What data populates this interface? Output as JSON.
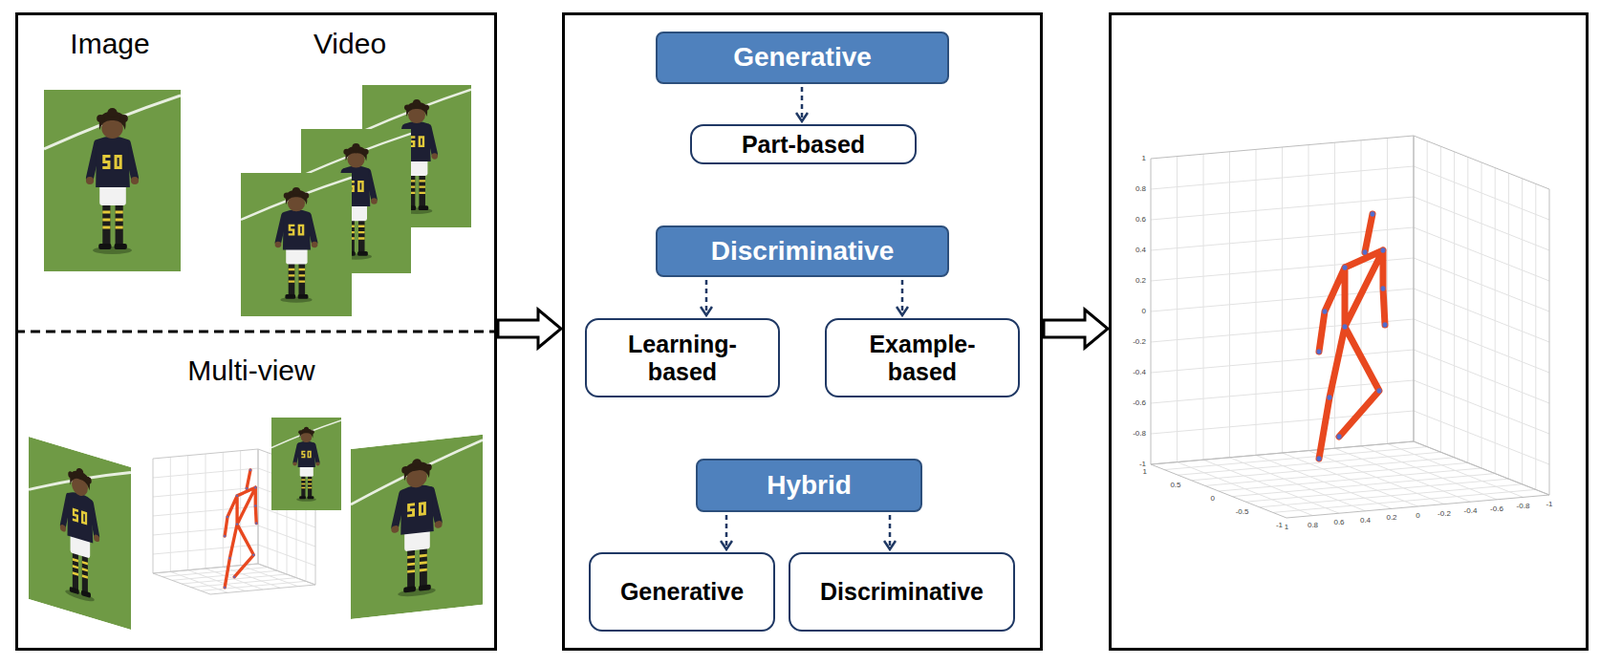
{
  "diagram": {
    "nodes": [
      {
        "text": [
          "Image",
          "Video",
          "Multi-view"
        ]
      },
      {
        "text": []
      },
      {
        "text": [
          "Generative"
        ],
        "in": 1
      },
      {
        "text": [
          "Part-based"
        ],
        "in": 1
      },
      {
        "text": [
          "Discriminative"
        ],
        "in": 1
      },
      {
        "text": [
          "Learning- based"
        ],
        "in": 1
      },
      {
        "text": [
          "Example- based"
        ],
        "in": 1
      },
      {
        "text": [
          "Hybrid"
        ],
        "in": 1
      },
      {
        "text": [
          "Generative"
        ],
        "in": 1
      },
      {
        "text": [
          "Discriminative"
        ],
        "in": 1
      },
      {
        "text": []
      }
    ],
    "edges": [
      {
        "from": 0,
        "to": 1,
        "arrow": "to"
      },
      {
        "from": 1,
        "to": 10,
        "arrow": "to"
      },
      {
        "from": 2,
        "to": 3,
        "arrow": "to"
      },
      {
        "from": 4,
        "to": 5,
        "arrow": "to"
      },
      {
        "from": 4,
        "to": 6,
        "arrow": "to"
      },
      {
        "from": 7,
        "to": 8,
        "arrow": "to"
      },
      {
        "from": 7,
        "to": 9,
        "arrow": "to"
      }
    ],
    "labels": [
      "1",
      "0.8",
      "0.6",
      "0.4",
      "0.2",
      "0",
      "-0.2",
      "-0.4",
      "-0.6",
      "-0.8",
      "-1",
      "1",
      "0.5",
      "0",
      "-0.5",
      "-1",
      "1",
      "0.8",
      "0.6",
      "0.4",
      "0.2",
      "0",
      "-0.2",
      "-0.4",
      "-0.6",
      "-0.8",
      "-1"
    ]
  }
}
